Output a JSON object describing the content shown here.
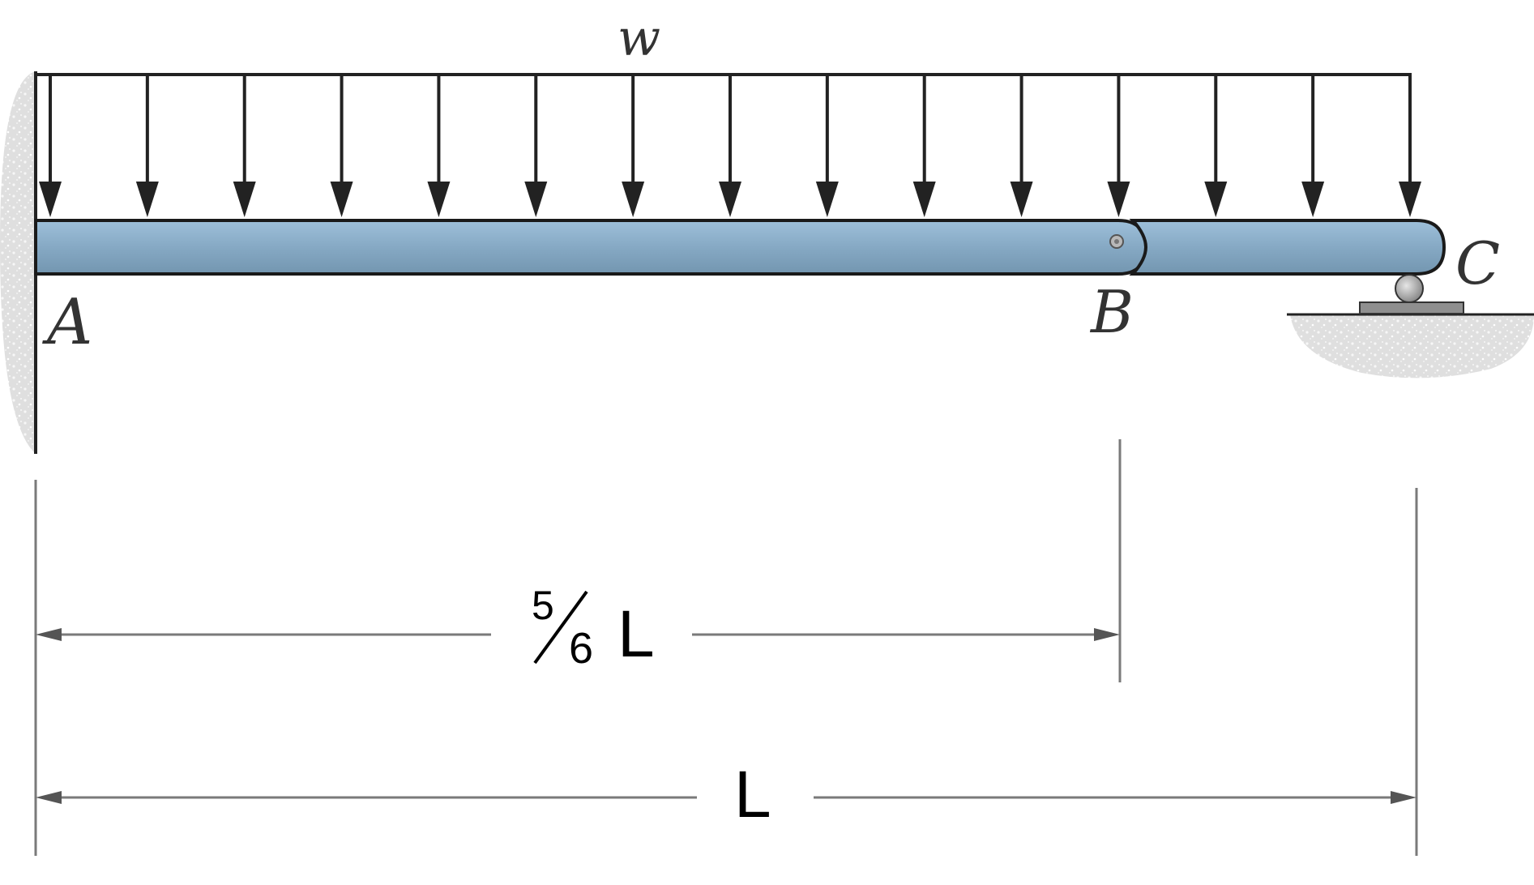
{
  "labels": {
    "load": "w",
    "point_a": "A",
    "point_b": "B",
    "point_c": "C"
  },
  "dimensions": {
    "ab_numerator": "5",
    "ab_denominator": "6",
    "ab_unit": "L",
    "ac": "L"
  },
  "colors": {
    "beam_fill": "#86a9c4",
    "beam_stroke": "#1a1a1a",
    "ground_hatch": "#dcdcdc",
    "dimension_line": "#7a7a7a"
  }
}
